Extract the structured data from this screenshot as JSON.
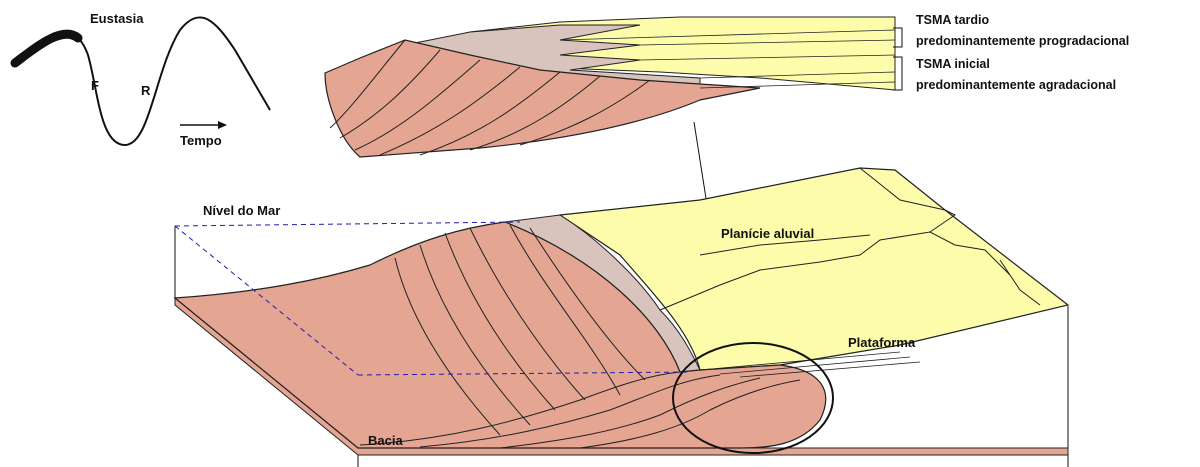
{
  "eustasy": {
    "title": "Eustasia",
    "fall_label": "F",
    "rise_label": "R",
    "time_label": "Tempo"
  },
  "detail": {
    "late_tsma": {
      "line1": "TSMA tardio",
      "line2": "predominantemente progradacional"
    },
    "early_tsma": {
      "line1": "TSMA inicial",
      "line2": "predominantemente agradacional"
    }
  },
  "block": {
    "sea_level_label": "Nível do Mar",
    "alluvial_plain_label": "Planície aluvial",
    "platform_label": "Plataforma",
    "basin_label": "Bacia"
  },
  "colors": {
    "marine_fill": "#e4a593",
    "coastal_fill": "#d8c3bd",
    "alluvial_fill": "#fcfcaa",
    "outline": "#222222",
    "sea_level_dash": "#1f1fa8"
  }
}
